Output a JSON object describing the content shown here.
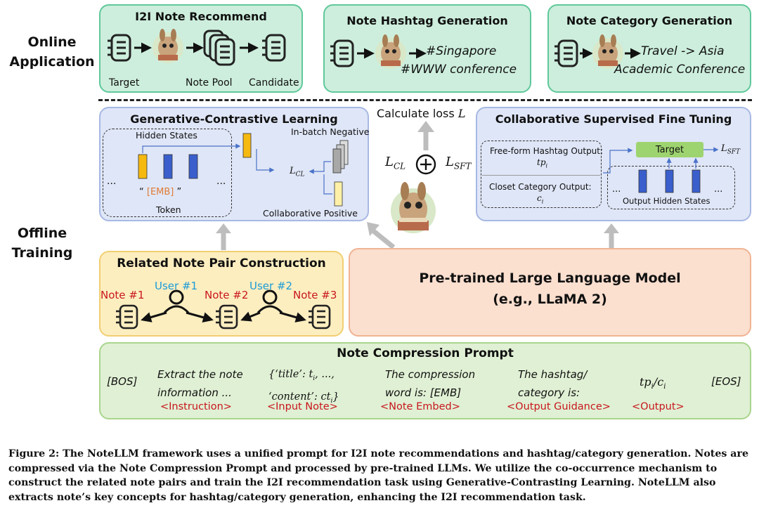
{
  "labels": {
    "online": [
      "Online",
      "Application"
    ],
    "offline": [
      "Offline",
      "Training"
    ]
  },
  "i2i": {
    "title": "I2I Note Recommend",
    "target": "Target",
    "note_pool": "Note Pool",
    "candidate": "Candidate"
  },
  "hashtag": {
    "title": "Note Hashtag Generation",
    "line1": "#Singapore",
    "line2": "#WWW conference"
  },
  "category": {
    "title": "Note Category Generation",
    "line1": "Travel -> Asia",
    "line2": "Academic Conference"
  },
  "gcl": {
    "title": "Generative-Contrastive Learning",
    "hidden_states": "Hidden States",
    "emb_open": "“",
    "emb": "[EMB]",
    "emb_close": "”",
    "token": "Token",
    "ellipsis": "...",
    "in_batch_negative": "In-batch Negative",
    "lcl": "L",
    "lcl_sub": "CL",
    "collaborative_positive": "Collaborative Positive"
  },
  "loss": {
    "calculate": "Calculate loss",
    "L": "L",
    "lcl": "L",
    "lcl_sub": "CL",
    "plus": "+",
    "lsft": "L",
    "lsft_sub": "SFT"
  },
  "csft": {
    "title": "Collaborative Supervised Fine Tuning",
    "free_form": "Free-form Hashtag Output:",
    "tp": "tp",
    "tp_sub": "i",
    "closet": "Closet Category Output:",
    "c": "c",
    "c_sub": "i",
    "target": "Target",
    "lsft": "L",
    "lsft_sub": "SFT",
    "output_hidden_states": "Output Hidden States",
    "ellipsis": "..."
  },
  "pair": {
    "title": "Related Note Pair Construction",
    "note1": "Note #1",
    "note2": "Note #2",
    "note3": "Note #3",
    "user1": "User #1",
    "user2": "User #2"
  },
  "llm": {
    "line1": "Pre-trained Large Language Model",
    "line2": "(e.g., LLaMA 2)"
  },
  "prompt": {
    "title": "Note Compression Prompt",
    "bos": "[BOS]",
    "eos": "[EOS]",
    "instr1": "Extract the note",
    "instr2": "information ...",
    "input1": "{‘title’: t",
    "input1_sub": "i",
    "input1_end": ", ...,",
    "input2": "‘content’: ct",
    "input2_sub": "i",
    "input2_end": "}",
    "embed1": "The compression",
    "embed2": "word is: [EMB]",
    "guide1": "The hashtag/",
    "guide2": "category is:",
    "out": "tp",
    "out_sub": "i",
    "out_mid": "/c",
    "out_sub2": "i",
    "tag_instruction": "<Instruction>",
    "tag_input": "<Input Note>",
    "tag_embed": "<Note Embed>",
    "tag_guidance": "<Output Guidance>",
    "tag_output": "<Output>"
  },
  "caption": "Figure 2: The NoteLLM framework uses a unified prompt for I2I note recommendations and hashtag/category generation. Notes are compressed via the Note Compression Prompt and processed by pre-trained LLMs. We utilize the co-occurrence mechanism to construct the related note pairs and train the I2I recommendation task using Generative-Contrasting Learning. NoteLLM also extracts note’s key concepts for hashtag/category generation, enhancing the I2I recommendation task.",
  "colors": {
    "green_fill": "#cdeedd",
    "blue_fill": "#dfe6f7",
    "yellow_fill": "#fdeec0",
    "peach_fill": "#fbdfcf",
    "prompt_fill": "#e0f0d4",
    "red_text": "#c8171d",
    "cyan_text": "#1b9bd7",
    "bar_yellow": "#f6b910",
    "bar_blue": "#3a5fcd",
    "target_green": "#9ed46f"
  }
}
